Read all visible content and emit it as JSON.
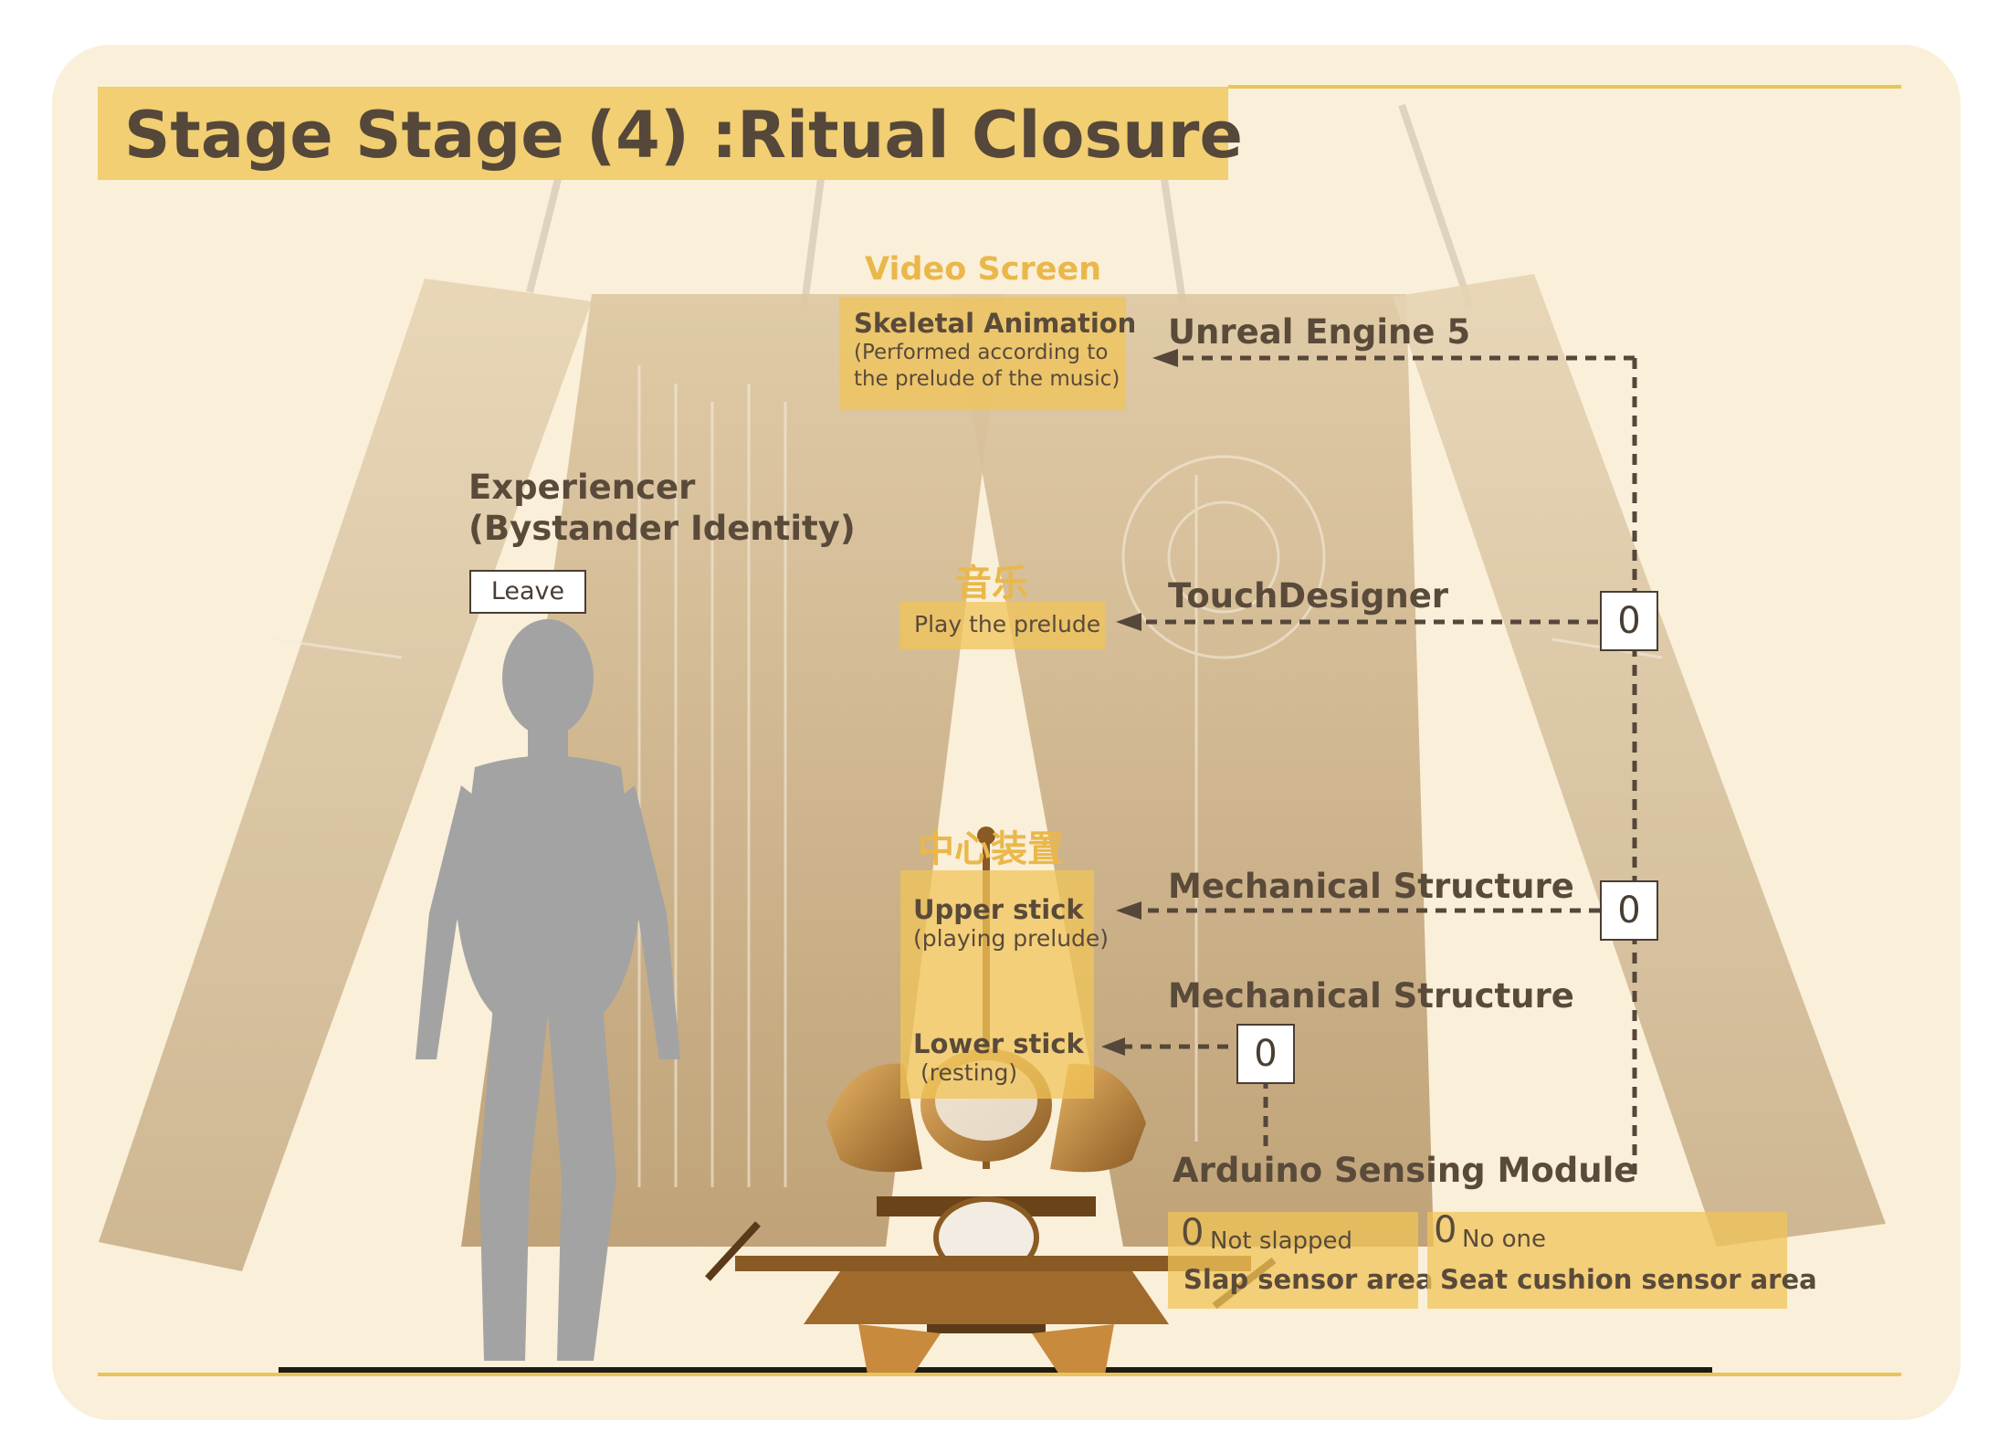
{
  "title": "Stage Stage (4) :Ritual Closure",
  "video_screen": {
    "heading": "Video Screen",
    "box_title": "Skeletal Animation",
    "box_line1": "(Performed according to",
    "box_line2": "the prelude of the music)"
  },
  "unreal": "Unreal Engine 5",
  "experiencer": {
    "line1": "Experiencer",
    "line2": "(Bystander Identity)",
    "button": "Leave"
  },
  "music": {
    "heading": "音乐",
    "box": "Play the prelude"
  },
  "touchdesigner": "TouchDesigner",
  "central": {
    "heading": "中心装置",
    "upper_title": "Upper stick",
    "upper_sub": "(playing prelude)",
    "lower_title": "Lower stick",
    "lower_sub": "(resting)"
  },
  "mech1": "Mechanical Structure",
  "mech2": "Mechanical Structure",
  "signals": {
    "touch": "0",
    "mech1": "0",
    "mech2": "0"
  },
  "arduino": "Arduino Sensing Module",
  "slap": {
    "value": "0",
    "status": "Not slapped",
    "label": "Slap sensor area"
  },
  "seat": {
    "value": "0",
    "status": "No one",
    "label": "Seat cushion sensor area"
  },
  "colors": {
    "accent": "#f1cf72",
    "text": "#55473a",
    "card": "#faefd9",
    "heading_orange": "#eab84a"
  }
}
